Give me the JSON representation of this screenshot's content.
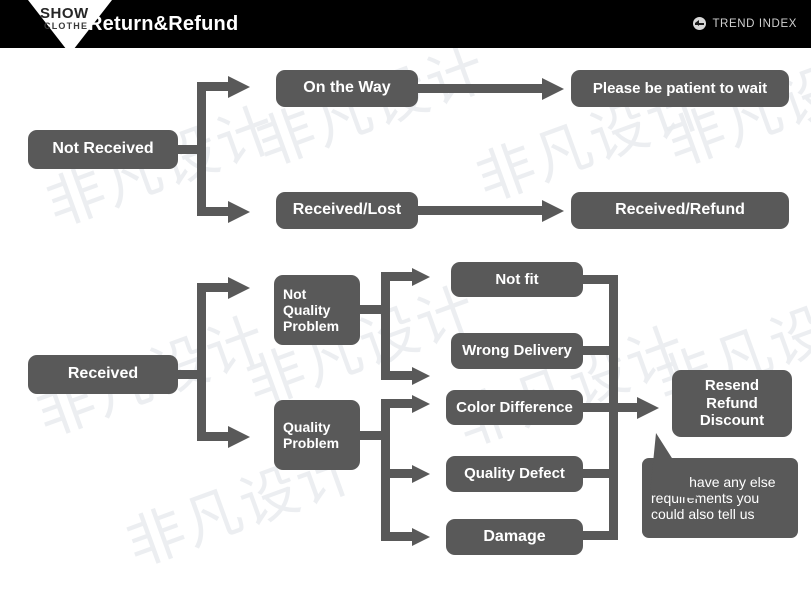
{
  "header": {
    "title": "Return&Refund",
    "logo": {
      "line1": "SHOW",
      "line2": "CLOTHE",
      "shape": "triangle-down"
    },
    "brand": {
      "label": "TREND INDEX",
      "icon": "trend-index-icon"
    },
    "background_color": "#000000",
    "text_color": "#ffffff"
  },
  "theme": {
    "node_color": "#595959",
    "node_text_color": "#ffffff",
    "connector_color": "#595959",
    "page_background": "#ffffff",
    "watermark_color": "#e9ecef"
  },
  "watermark": {
    "text": "非凡设计",
    "repeat_count": 9
  },
  "chart_data": {
    "type": "flowchart",
    "title": "Return&Refund",
    "nodes": [
      {
        "id": "not-received",
        "label": "Not Received",
        "lines": [
          "Not Received"
        ]
      },
      {
        "id": "on-the-way",
        "label": "On the Way",
        "lines": [
          "On the Way"
        ]
      },
      {
        "id": "please-wait",
        "label": "Please be patient to wait",
        "lines": [
          "Please be patient to wait"
        ]
      },
      {
        "id": "received-lost",
        "label": "Received/Lost",
        "lines": [
          "Received/Lost"
        ]
      },
      {
        "id": "received-refund",
        "label": "Received/Refund",
        "lines": [
          "Received/Refund"
        ]
      },
      {
        "id": "received",
        "label": "Received",
        "lines": [
          "Received"
        ]
      },
      {
        "id": "not-quality-problem",
        "label": "Not Quality Problem",
        "lines": [
          "Not",
          "Quality",
          "Problem"
        ]
      },
      {
        "id": "quality-problem",
        "label": "Quality Problem",
        "lines": [
          "Quality",
          "Problem"
        ]
      },
      {
        "id": "not-fit",
        "label": "Not fit",
        "lines": [
          "Not fit"
        ]
      },
      {
        "id": "wrong-delivery",
        "label": "Wrong Delivery",
        "lines": [
          "Wrong Delivery"
        ]
      },
      {
        "id": "color-difference",
        "label": "Color Difference",
        "lines": [
          "Color Difference"
        ]
      },
      {
        "id": "quality-defect",
        "label": "Quality Defect",
        "lines": [
          "Quality Defect"
        ]
      },
      {
        "id": "damage",
        "label": "Damage",
        "lines": [
          "Damage"
        ]
      },
      {
        "id": "resolution",
        "label": "Resend Refund Discount",
        "lines": [
          "Resend",
          "Refund",
          "Discount"
        ]
      },
      {
        "id": "callout",
        "label": "If you have any else requirements you could also tell us",
        "lines": [
          "If you have any else",
          "requirements you",
          "could also tell us"
        ]
      }
    ],
    "edges": [
      {
        "from": "not-received",
        "to": "on-the-way"
      },
      {
        "from": "not-received",
        "to": "received-lost"
      },
      {
        "from": "on-the-way",
        "to": "please-wait"
      },
      {
        "from": "received-lost",
        "to": "received-refund"
      },
      {
        "from": "received",
        "to": "not-quality-problem"
      },
      {
        "from": "received",
        "to": "quality-problem"
      },
      {
        "from": "not-quality-problem",
        "to": "not-fit"
      },
      {
        "from": "not-quality-problem",
        "to": "wrong-delivery"
      },
      {
        "from": "quality-problem",
        "to": "color-difference"
      },
      {
        "from": "quality-problem",
        "to": "quality-defect"
      },
      {
        "from": "quality-problem",
        "to": "damage"
      },
      {
        "from": "not-fit",
        "to": "resolution"
      },
      {
        "from": "wrong-delivery",
        "to": "resolution"
      },
      {
        "from": "color-difference",
        "to": "resolution"
      },
      {
        "from": "quality-defect",
        "to": "resolution"
      },
      {
        "from": "damage",
        "to": "resolution"
      }
    ]
  },
  "nodes": {
    "not_received": "Not Received",
    "on_the_way": "On the Way",
    "please_wait": "Please be patient to wait",
    "received_lost": "Received/Lost",
    "received_refund": "Received/Refund",
    "received": "Received",
    "nqp_l1": "Not",
    "nqp_l2": "Quality",
    "nqp_l3": "Problem",
    "qp_l1": "Quality",
    "qp_l2": "Problem",
    "not_fit": "Not fit",
    "wrong_delivery": "Wrong Delivery",
    "color_difference": "Color Difference",
    "quality_defect": "Quality Defect",
    "damage": "Damage",
    "res_l1": "Resend",
    "res_l2": "Refund",
    "res_l3": "Discount",
    "callout_l1": "If you have any else",
    "callout_l2": "requirements you",
    "callout_l3": "could also tell us"
  }
}
